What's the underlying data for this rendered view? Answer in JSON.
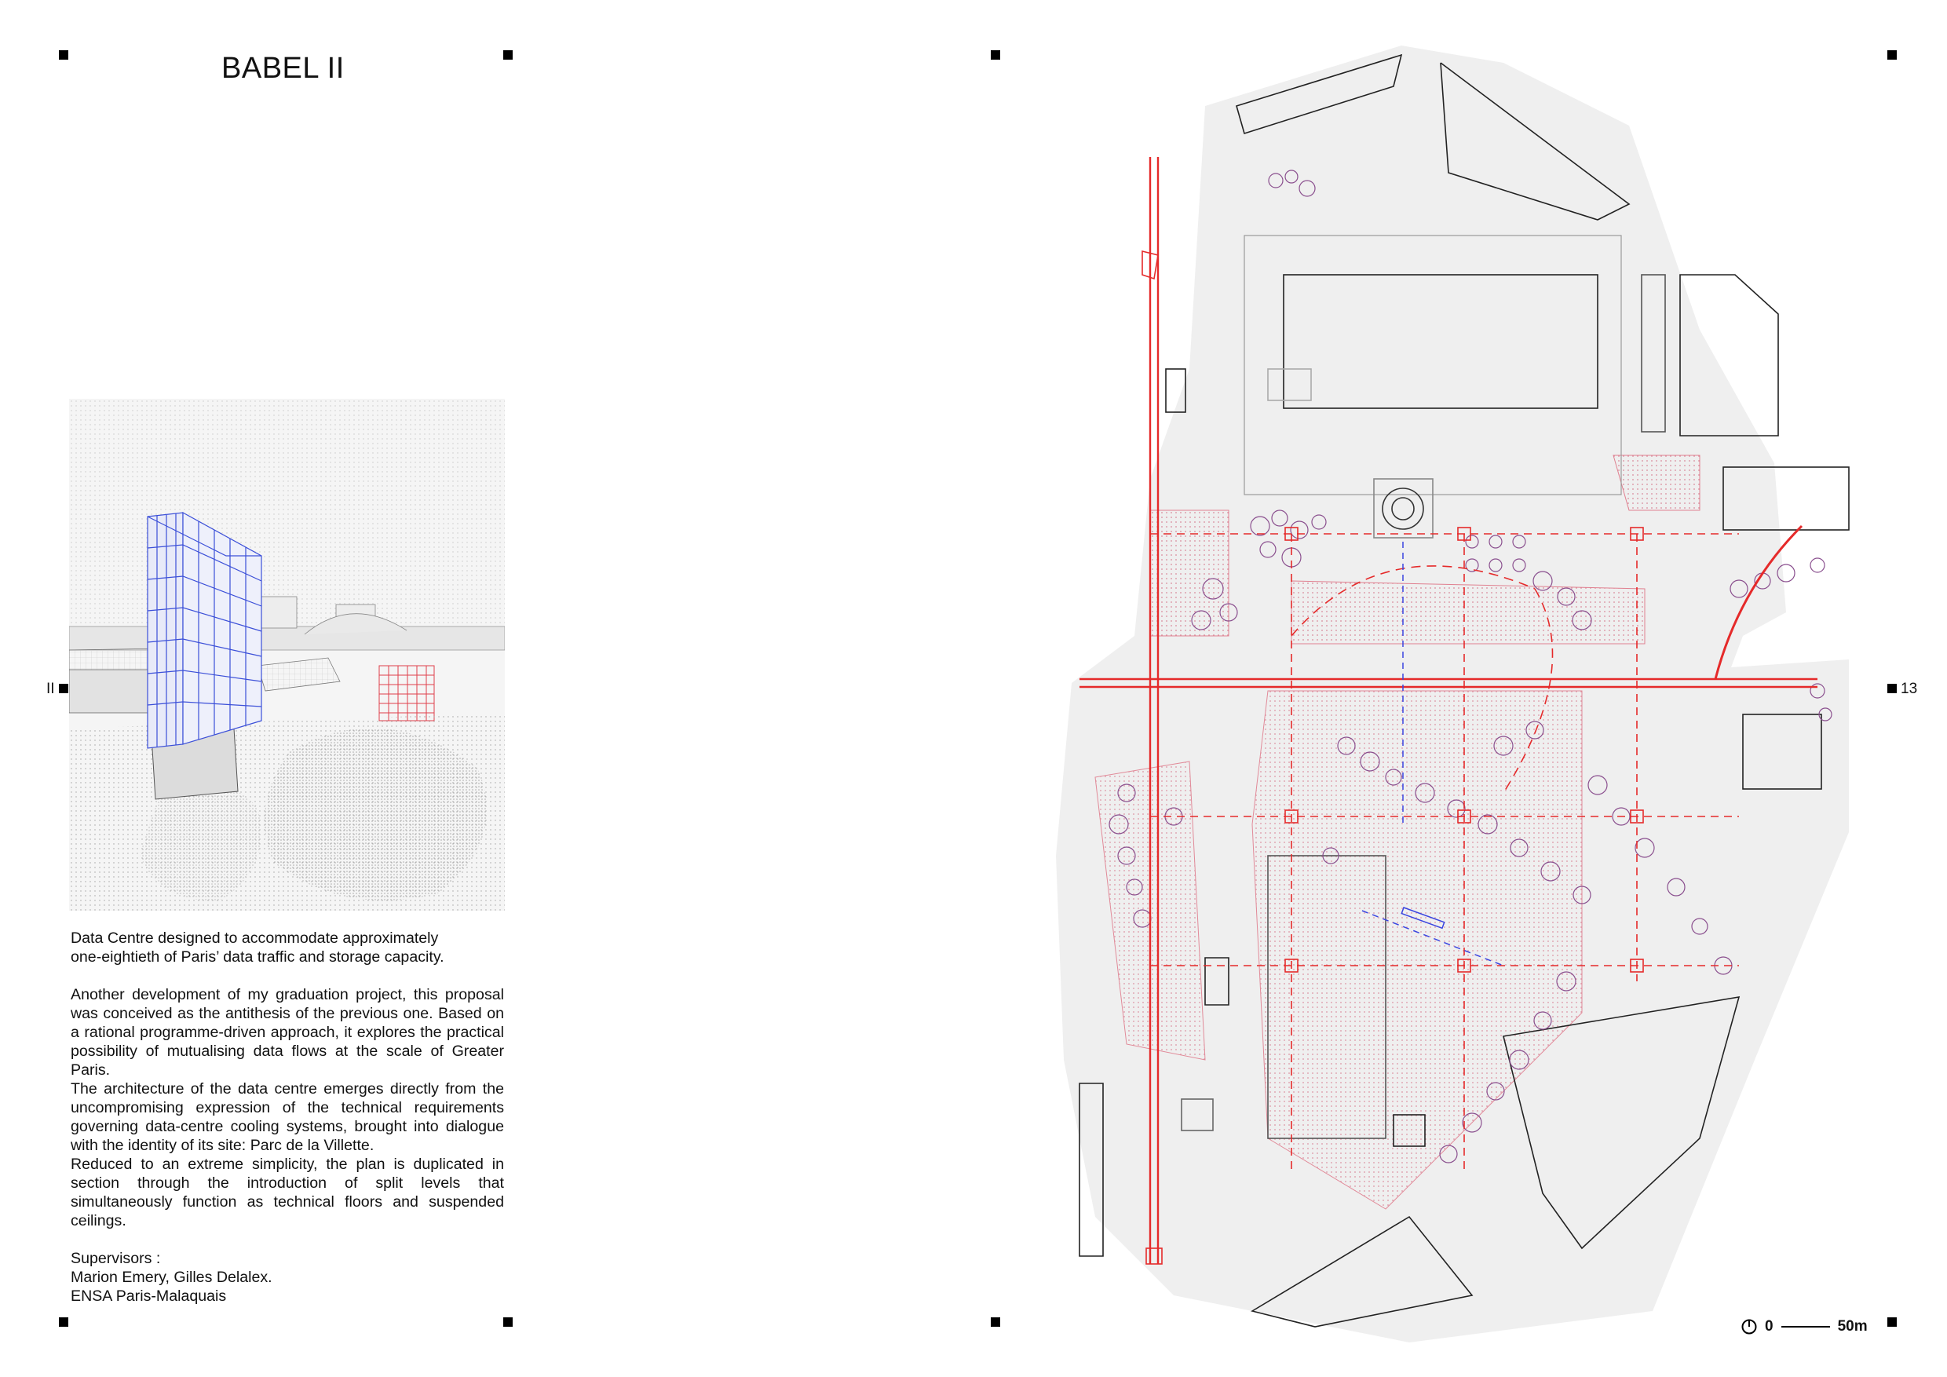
{
  "document": {
    "title": "BABEL II",
    "page_left": "II",
    "page_right": "13"
  },
  "render": {
    "colors": {
      "tower": "#3b4fd8",
      "pavilion": "#e0404a",
      "ink": "#555555"
    }
  },
  "description": {
    "lead_line1": "Data Centre designed to accommodate approximately",
    "lead_line2": "one-eightieth of Paris’ data traffic and storage capacity.",
    "para2": "Another development of my graduation project, this proposal was conceived as the antithesis of the previous one. Based on a rational programme-driven approach, it explores the practical possibility of mutualising data flows at the scale of Greater Paris.",
    "para3": "The architecture of the data centre emerges directly from the uncompromising expression of the technical requirements governing data-centre cooling systems, brought into dialogue with the identity of its site: Parc de la Villette.",
    "para4": "Reduced to an extreme simplicity, the plan is duplicated in section through the introduction of split levels that simultaneously function as technical floors and suspended ceilings.",
    "supervisors_label": "Supervisors :",
    "supervisors_names": "Marion Emery, Gilles Delalex.",
    "school": "ENSA Paris-Malaquais"
  },
  "plan": {
    "colors": {
      "ground": "#efefef",
      "trees": "#8a4f8e",
      "network": "#e52a2a",
      "axis": "#3a45e0",
      "buildings": "#222222"
    }
  },
  "scale_bar": {
    "start": "0",
    "end": "50m",
    "icon": "north-arrow-icon"
  }
}
